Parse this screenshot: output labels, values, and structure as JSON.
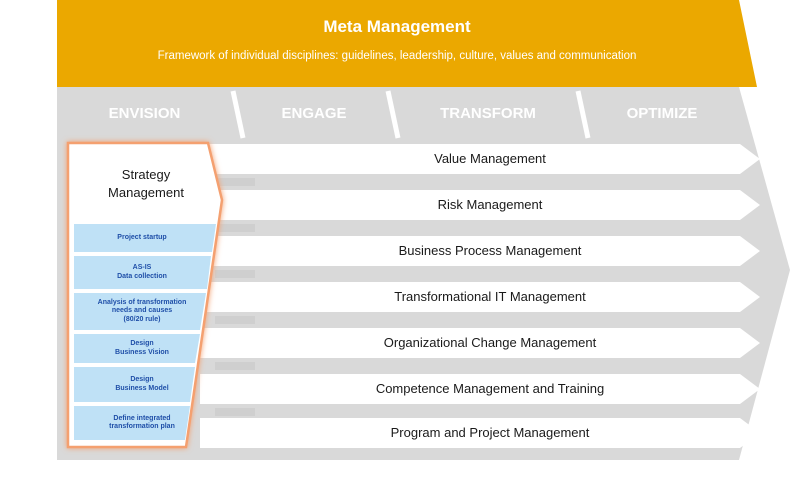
{
  "header": {
    "title": "Meta Management",
    "subtitle": "Framework of individual disciplines: guidelines, leadership, culture, values and communication"
  },
  "phases": [
    "ENVISION",
    "ENGAGE",
    "TRANSFORM",
    "OPTIMIZE"
  ],
  "disciplines": [
    "Value Management",
    "Risk Management",
    "Business Process Management",
    "Transformational IT Management",
    "Organizational Change Management",
    "Competence Management and Training",
    "Program and Project Management"
  ],
  "strategy_box": {
    "title": "Strategy\nManagement",
    "steps": [
      "Project startup",
      "AS-IS\nData collection",
      "Analysis of transformation\nneeds and causes\n(80/20 rule)",
      "Design\nBusiness Vision",
      "Design\nBusiness Model",
      "Define integrated\ntransformation plan"
    ]
  },
  "colors": {
    "header_band": "#eba800",
    "background_band": "#d9d9d9",
    "phase_text": "#ffffff",
    "discipline_arrow": "#ffffff",
    "strategy_glow": "#f4a070",
    "step_fill": "#bfe1f6",
    "step_text": "#1f4fa8"
  }
}
